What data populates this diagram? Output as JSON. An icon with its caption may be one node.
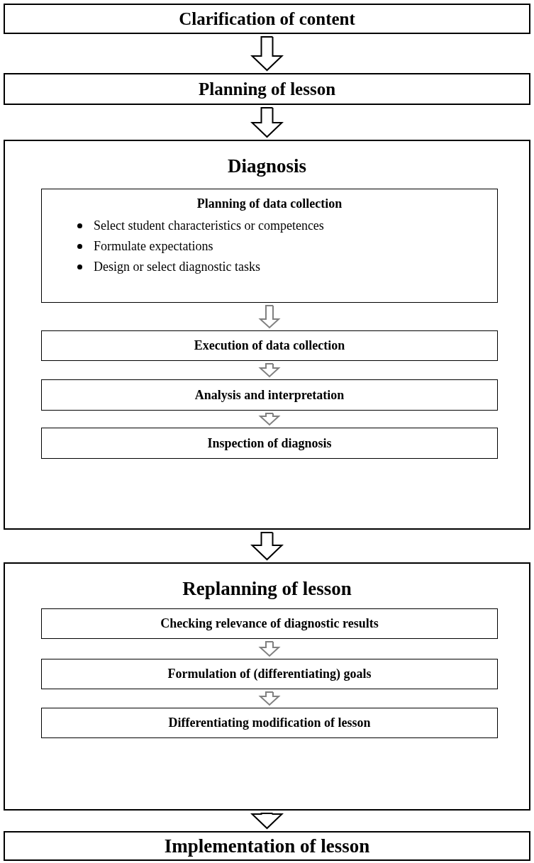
{
  "diagram": {
    "nodes": [
      {
        "text": [
          "Clarification of content"
        ]
      },
      {
        "text": [
          "Planning of lesson"
        ]
      },
      {
        "text": [
          "Diagnosis"
        ]
      },
      {
        "text": [
          "Planning of data collection",
          "Select student characteristics or competences",
          "Formulate expectations",
          "Design or select diagnostic tasks"
        ],
        "in": 2
      },
      {
        "text": [
          "Execution of data collection"
        ],
        "in": 2
      },
      {
        "text": [
          "Analysis and interpretation"
        ],
        "in": 2
      },
      {
        "text": [
          "Inspection of diagnosis"
        ],
        "in": 2
      },
      {
        "text": [
          "Replanning of lesson"
        ]
      },
      {
        "text": [
          "Checking relevance of diagnostic results"
        ],
        "in": 7
      },
      {
        "text": [
          "Formulation of (differentiating) goals"
        ],
        "in": 7
      },
      {
        "text": [
          "Differentiating modification of lesson"
        ],
        "in": 7
      },
      {
        "text": [
          "Implementation of lesson"
        ]
      }
    ],
    "edges": [
      {
        "from": 0,
        "to": 1,
        "arrow": "to",
        "color": "#000000"
      },
      {
        "from": 1,
        "to": 2,
        "arrow": "to",
        "color": "#000000"
      },
      {
        "from": 3,
        "to": 4,
        "arrow": "to"
      },
      {
        "from": 4,
        "to": 5,
        "arrow": "to"
      },
      {
        "from": 5,
        "to": 6,
        "arrow": "to"
      },
      {
        "from": 2,
        "to": 7,
        "arrow": "to",
        "color": "#000000"
      },
      {
        "from": 8,
        "to": 9,
        "arrow": "to"
      },
      {
        "from": 9,
        "to": 10,
        "arrow": "to"
      },
      {
        "from": 7,
        "to": 11,
        "arrow": "to",
        "color": "#000000"
      }
    ]
  }
}
